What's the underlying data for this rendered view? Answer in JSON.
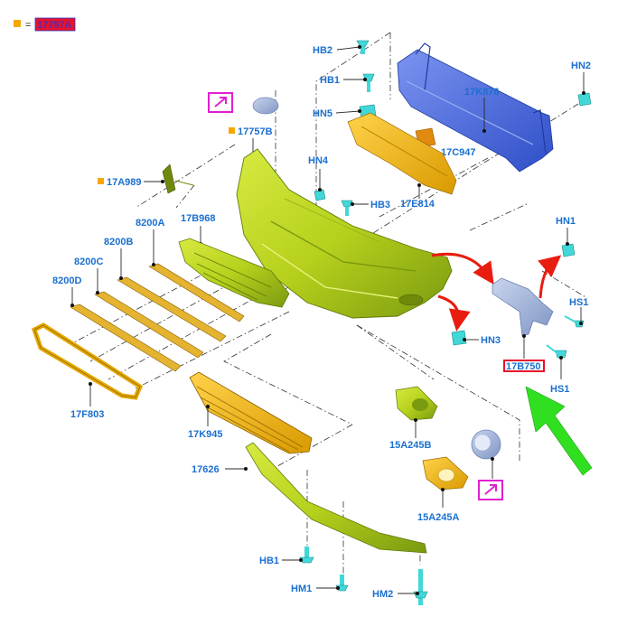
{
  "legend": {
    "equals": "=",
    "code": "17757A",
    "swatch_color": "#f5a800"
  },
  "colors": {
    "label": "#1a6fd0",
    "highlight": "#e8112d",
    "magenta": "#e020d0",
    "bumper": "#b8d020",
    "orange_part": "#f2b400",
    "blue_part": "#4f6fe0",
    "clip": "#40d8d8",
    "grey_part": "#9fb3d8",
    "arrow_red": "#e81d10",
    "arrow_green": "#30e020"
  },
  "labels": {
    "hb2": "HB2",
    "hb1_top": "HB1",
    "hn5": "HN5",
    "hn2": "HN2",
    "p17k876": "17K876",
    "p17c947": "17C947",
    "hn4": "HN4",
    "hb3": "HB3",
    "p17e814": "17E814",
    "p17757b": "17757B",
    "p17a989": "17A989",
    "p17b968": "17B968",
    "p8200a": "8200A",
    "p8200b": "8200B",
    "p8200c": "8200C",
    "p8200d": "8200D",
    "p17f803": "17F803",
    "hn1": "HN1",
    "hs1_a": "HS1",
    "hn3": "HN3",
    "p17b750": "17B750",
    "hs1_b": "HS1",
    "p17k945": "17K945",
    "p15a245b": "15A245B",
    "p17626": "17626",
    "p15a245a": "15A245A",
    "hb1_bottom": "HB1",
    "hm1": "HM1",
    "hm2": "HM2"
  },
  "icons": {
    "external_link": "arrow-up-right-icon",
    "swatch": "square-swatch-icon"
  }
}
